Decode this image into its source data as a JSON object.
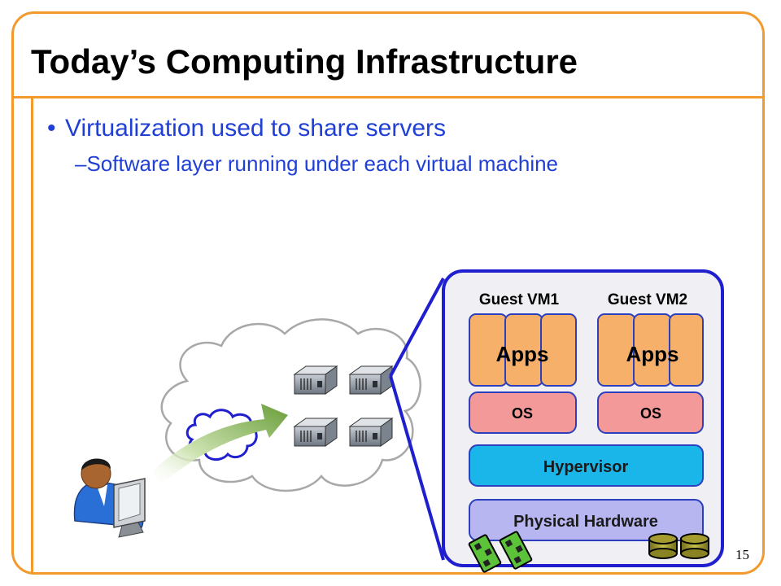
{
  "slide": {
    "title": "Today’s Computing Infrastructure",
    "bullet_1": "Virtualization used to share servers",
    "bullet_2": "Software layer running under each virtual machine",
    "page_number": "15"
  },
  "diagram": {
    "guest_vm1_label": "Guest VM1",
    "guest_vm2_label": "Guest VM2",
    "apps_label": "Apps",
    "os_label": "OS",
    "hypervisor_label": "Hypervisor",
    "hardware_label": "Physical Hardware"
  },
  "colors": {
    "frame": "#f29a2e",
    "text_blue": "#1f3fd6",
    "apps_fill": "#f7b06a",
    "os_fill": "#f4999a",
    "hypervisor_fill": "#1ab6ea",
    "hardware_fill": "#b7b6f0",
    "callout_blue": "#1f1fd0"
  }
}
